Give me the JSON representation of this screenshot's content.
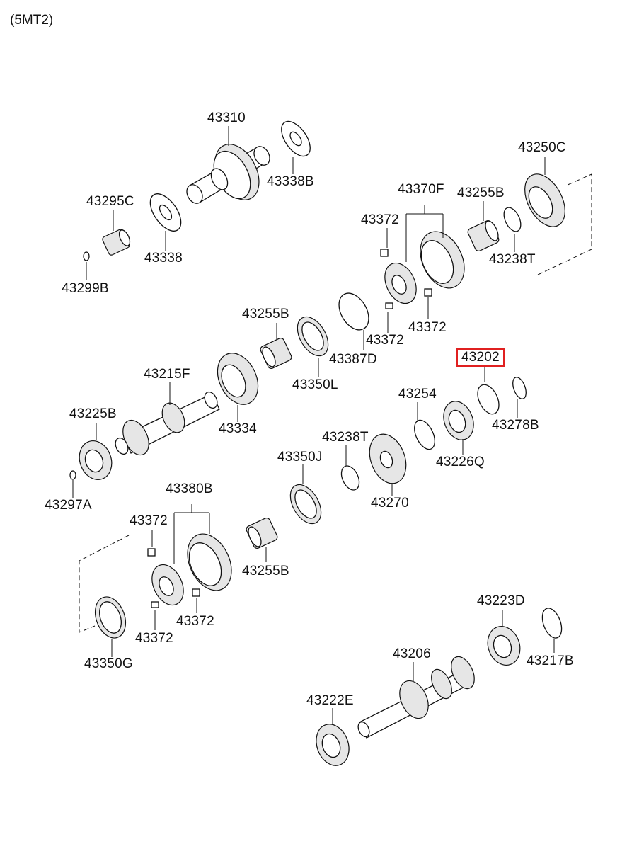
{
  "title": "(5MT2)",
  "labels": {
    "p43310": "43310",
    "p43338B": "43338B",
    "p43295C": "43295C",
    "p43338": "43338",
    "p43299B": "43299B",
    "p43250C": "43250C",
    "p43370F": "43370F",
    "p43255B_top": "43255B",
    "p43372_a": "43372",
    "p43238T_top": "43238T",
    "p43372_b": "43372",
    "p43372_c": "43372",
    "p43255B_mid": "43255B",
    "p43387D": "43387D",
    "p43350L": "43350L",
    "p43215F": "43215F",
    "p43334": "43334",
    "p43225B": "43225B",
    "p43297A": "43297A",
    "p43202": "43202",
    "p43254": "43254",
    "p43278B": "43278B",
    "p43238T_mid": "43238T",
    "p43226Q": "43226Q",
    "p43350J": "43350J",
    "p43270": "43270",
    "p43380B": "43380B",
    "p43372_d": "43372",
    "p43255B_low": "43255B",
    "p43372_e": "43372",
    "p43372_f": "43372",
    "p43350G": "43350G",
    "p43223D": "43223D",
    "p43206": "43206",
    "p43217B": "43217B",
    "p43222E": "43222E"
  },
  "highlight": {
    "part": "43202",
    "color": "#e02020"
  }
}
